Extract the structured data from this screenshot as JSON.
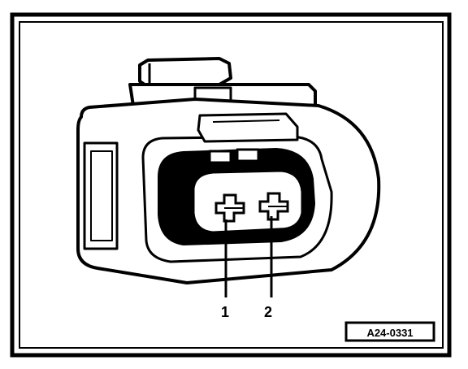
{
  "labels": {
    "pin_1": "1",
    "pin_2": "2",
    "figure_code": "A24-0331"
  },
  "colors": {
    "ink": "#000000",
    "paper": "#ffffff"
  },
  "icons": {
    "connector": "connector-housing-icon"
  }
}
